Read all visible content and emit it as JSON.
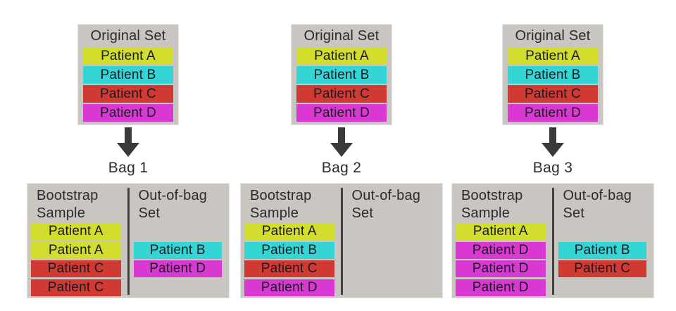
{
  "colors": {
    "background": "#ffffff",
    "panel_bg": "#c9c5c1",
    "panel_border": "#e9e7e4",
    "divider": "#424242",
    "arrow": "#3a3a3a",
    "title_text": "#2b2b2b",
    "row_text": "#1a1a22",
    "patient_a": "#d2dd2e",
    "patient_b": "#33d6d4",
    "patient_c": "#d13a32",
    "patient_d": "#d938d2"
  },
  "original_set": {
    "title": "Original Set",
    "rows": [
      {
        "label": "Patient A",
        "color": "#d2dd2e"
      },
      {
        "label": "Patient B",
        "color": "#33d6d4"
      },
      {
        "label": "Patient C",
        "color": "#d13a32"
      },
      {
        "label": "Patient D",
        "color": "#d938d2"
      }
    ]
  },
  "bags": [
    {
      "label": "Bag 1",
      "bootstrap_header": "Bootstrap Sample",
      "oob_header": "Out-of-bag Set",
      "bootstrap_rows": [
        {
          "label": "Patient A",
          "color": "#d2dd2e"
        },
        {
          "label": "Patient A",
          "color": "#d2dd2e"
        },
        {
          "label": "Patient C",
          "color": "#d13a32"
        },
        {
          "label": "Patient C",
          "color": "#d13a32"
        }
      ],
      "oob_rows": [
        {
          "label": "Patient B",
          "color": "#33d6d4"
        },
        {
          "label": "Patient D",
          "color": "#d938d2"
        }
      ]
    },
    {
      "label": "Bag 2",
      "bootstrap_header": "Bootstrap Sample",
      "oob_header": "Out-of-bag Set",
      "bootstrap_rows": [
        {
          "label": "Patient A",
          "color": "#d2dd2e"
        },
        {
          "label": "Patient B",
          "color": "#33d6d4"
        },
        {
          "label": "Patient C",
          "color": "#d13a32"
        },
        {
          "label": "Patient D",
          "color": "#d938d2"
        }
      ],
      "oob_rows": []
    },
    {
      "label": "Bag 3",
      "bootstrap_header": "Bootstrap Sample",
      "oob_header": "Out-of-bag Set",
      "bootstrap_rows": [
        {
          "label": "Patient A",
          "color": "#d2dd2e"
        },
        {
          "label": "Patient D",
          "color": "#d938d2"
        },
        {
          "label": "Patient D",
          "color": "#d938d2"
        },
        {
          "label": "Patient D",
          "color": "#d938d2"
        }
      ],
      "oob_rows": [
        {
          "label": "Patient B",
          "color": "#33d6d4"
        },
        {
          "label": "Patient C",
          "color": "#d13a32"
        }
      ]
    }
  ]
}
